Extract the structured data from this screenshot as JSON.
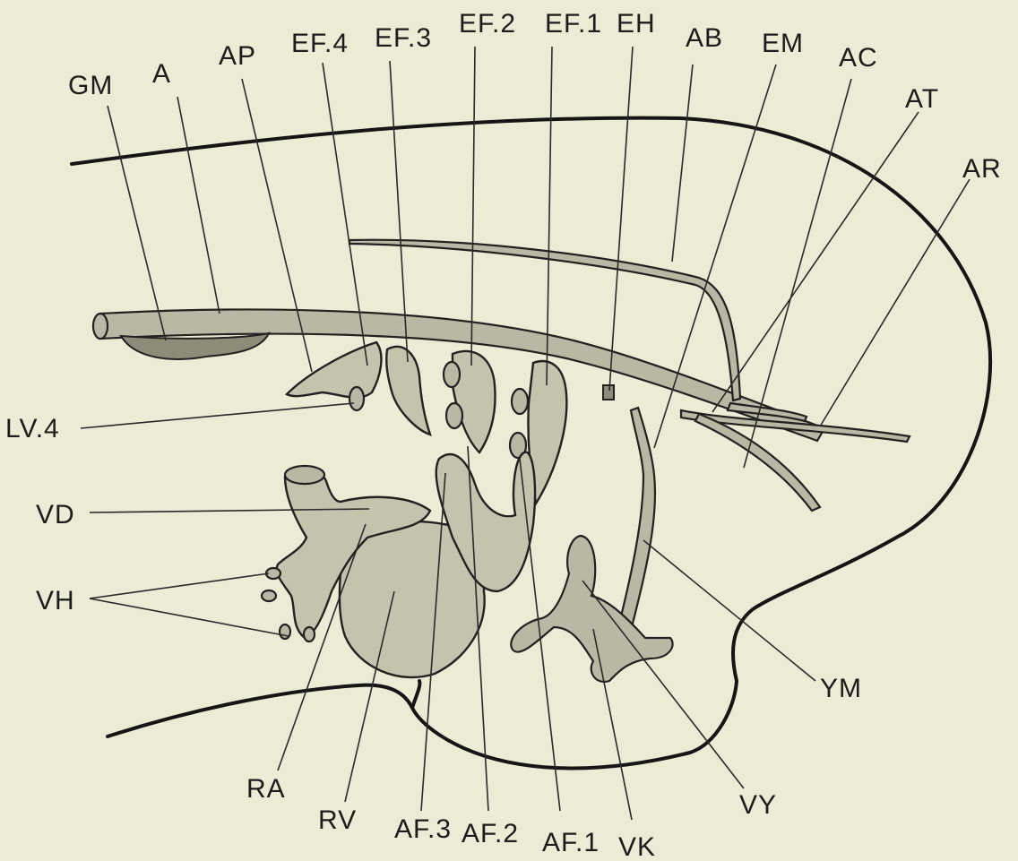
{
  "labels": {
    "gm": "GM",
    "a": "A",
    "ap": "AP",
    "ef4": "EF.4",
    "ef3": "EF.3",
    "ef2": "EF.2",
    "ef1": "EF.1",
    "eh": "EH",
    "ab": "AB",
    "em": "EM",
    "ac": "AC",
    "at": "AT",
    "ar": "AR",
    "lv4": "LV.4",
    "vd": "VD",
    "vh": "VH",
    "ra": "RA",
    "rv": "RV",
    "af3": "AF.3",
    "af2": "AF.2",
    "af1": "AF.1",
    "vk": "VK",
    "vy": "VY",
    "ym": "YM"
  },
  "colors": {
    "paper": "#ecebd5",
    "ink": "#1c1c1c",
    "shade": "#b9b8a4"
  }
}
